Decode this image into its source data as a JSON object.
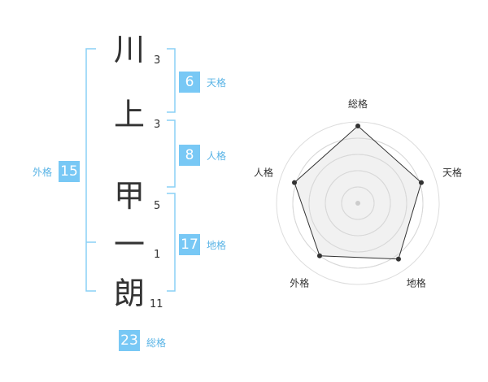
{
  "name_chars": [
    {
      "char": "川",
      "strokes": "3"
    },
    {
      "char": "上",
      "strokes": "3"
    },
    {
      "char": "甲",
      "strokes": "5"
    },
    {
      "char": "一",
      "strokes": "1"
    },
    {
      "char": "朗",
      "strokes": "11"
    }
  ],
  "kaku": {
    "tenkaku": {
      "value": "6",
      "label": "天格"
    },
    "jinkaku": {
      "value": "8",
      "label": "人格"
    },
    "chikaku": {
      "value": "17",
      "label": "地格"
    },
    "gaikaku": {
      "value": "15",
      "label": "外格"
    },
    "soukaku": {
      "value": "23",
      "label": "総格"
    }
  },
  "colors": {
    "accent": "#78c8f5",
    "bracket": "#8ad0f5",
    "text": "#333333"
  },
  "chart_data": {
    "type": "radar",
    "axes": [
      "総格",
      "天格",
      "地格",
      "外格",
      "人格"
    ],
    "values": [
      0.95,
      0.82,
      0.85,
      0.8,
      0.82
    ],
    "rings": 4
  }
}
